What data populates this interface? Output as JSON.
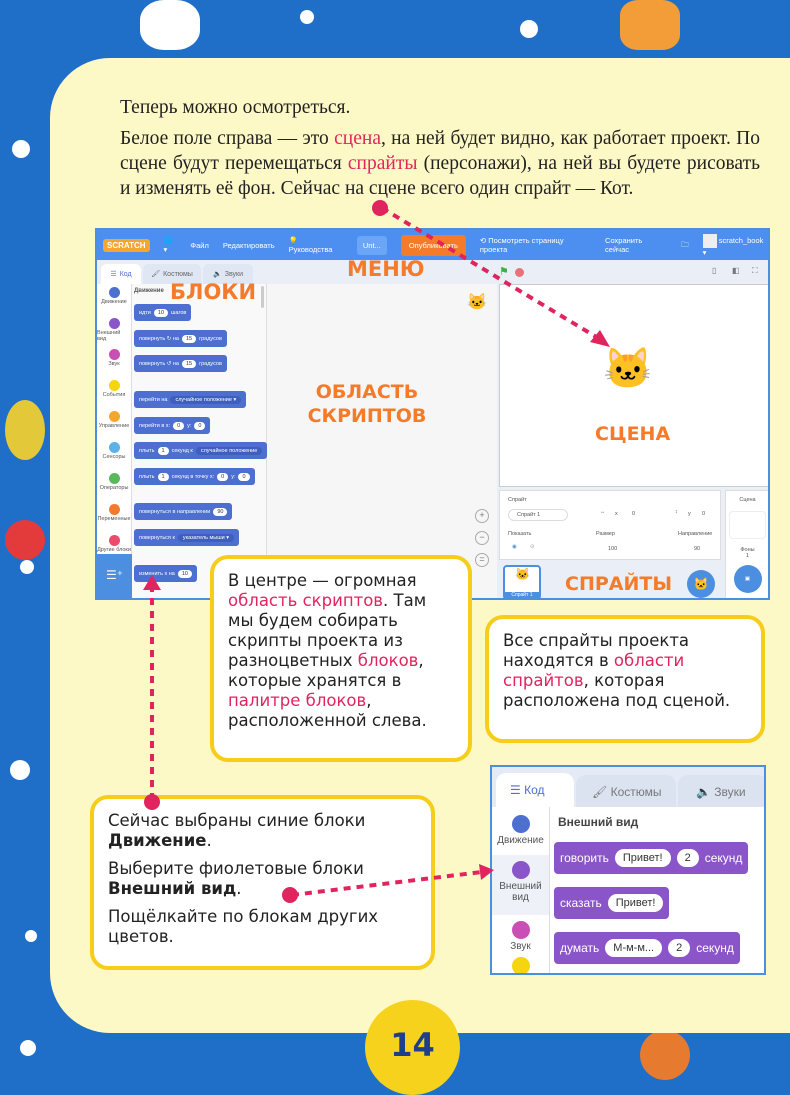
{
  "intro": {
    "p1": "Теперь можно осмотреться.",
    "p2": [
      "Белое поле справа — это ",
      "сцена",
      ", на ней будет видно, как работает проект. По сцене будут перемещаться ",
      "спрайты",
      " (персонажи), на ней вы будете рисовать и изменять её фон. Сейчас на сцене всего один спрайт — Кот."
    ]
  },
  "scratch": {
    "menu": {
      "logo": "SCRATCH",
      "file": "Файл",
      "edit": "Редактировать",
      "tutorials": "Руководства",
      "title": "Unt...",
      "publish": "Опубликовать",
      "see_page": "Посмотреть страницу проекта",
      "save": "Сохранить сейчас",
      "user": "scratch_book"
    },
    "tabs": {
      "code": "Код",
      "costumes": "Костюмы",
      "sounds": "Звуки"
    },
    "categories": [
      {
        "label": "Движение",
        "color": "#4c6fd0"
      },
      {
        "label": "Внешний вид",
        "color": "#8a55c9"
      },
      {
        "label": "Звук",
        "color": "#c94fb5"
      },
      {
        "label": "События",
        "color": "#f5d50f"
      },
      {
        "label": "Управление",
        "color": "#f7a531"
      },
      {
        "label": "Сенсоры",
        "color": "#5cb1e6"
      },
      {
        "label": "Операторы",
        "color": "#59b95a"
      },
      {
        "label": "Переменные",
        "color": "#f47b2a"
      },
      {
        "label": "Другие блоки",
        "color": "#ee4a6a"
      }
    ],
    "palette_heading": "Движение",
    "blocks": {
      "b1": [
        "идти",
        "10",
        "шагов"
      ],
      "b2": [
        "повернуть ↻ на",
        "15",
        "градусов"
      ],
      "b3": [
        "повернуть ↺ на",
        "15",
        "градусов"
      ],
      "b4": [
        "перейти на",
        "случайное положение ▾"
      ],
      "b5": [
        "перейти в x:",
        "0",
        "y:",
        "0"
      ],
      "b6": [
        "плыть",
        "1",
        "секунд к",
        "случайное положение"
      ],
      "b7": [
        "плыть",
        "1",
        "секунд в точку x:",
        "0",
        "y:",
        "0"
      ],
      "b8": [
        "повернуться в направлении",
        "90"
      ],
      "b9": [
        "повернуться к",
        "указатель мыши ▾"
      ],
      "b10": [
        "изменить x на",
        "10"
      ]
    },
    "sprite_info": {
      "sprite_label": "Спрайт",
      "sprite_name": "Спрайт 1",
      "x_label": "x",
      "x": "0",
      "y_label": "y",
      "y": "0",
      "show_label": "Показать",
      "size_label": "Размер",
      "size": "100",
      "direction_label": "Направление",
      "direction": "90",
      "thumb": "Спрайт 1"
    },
    "stage_panel": {
      "label": "Сцена",
      "backdrops_label": "Фоны",
      "backdrops": "1"
    }
  },
  "labels": {
    "menu": "МЕНЮ",
    "blocks": "БЛОКИ",
    "scripts": "ОБЛАСТЬ СКРИПТОВ",
    "stage": "СЦЕНА",
    "sprites": "СПРАЙТЫ"
  },
  "callout_scripts": [
    "В центре — огромная ",
    "область скриптов",
    ". Там мы будем собирать скрипты проекта из разноцветных ",
    "блоков",
    ", которые хранятся в ",
    "палитре блоков",
    ", расположенной слева."
  ],
  "callout_sprites": [
    "Все спрайты проекта находятся в ",
    "области спрайтов",
    ", которая расположена под сценой."
  ],
  "callout_motion": {
    "p1": [
      "Сейчас выбраны синие блоки ",
      "Движение",
      "."
    ],
    "p2": [
      "Выберите фиолетовые блоки ",
      "Внешний вид",
      "."
    ],
    "p3": "Пощёлкайте по блокам других цветов."
  },
  "appearance": {
    "tabs": {
      "code": "Код",
      "costumes": "Костюмы",
      "sounds": "Звуки"
    },
    "cats": [
      "Движение",
      "Внешний вид",
      "Звук"
    ],
    "heading": "Внешний вид",
    "say_for": [
      "говорить",
      "Привет!",
      "2",
      "секунд"
    ],
    "say": [
      "сказать",
      "Привет!"
    ],
    "think_for": [
      "думать",
      "М-м-м...",
      "2",
      "секунд"
    ]
  },
  "page_number": "14"
}
